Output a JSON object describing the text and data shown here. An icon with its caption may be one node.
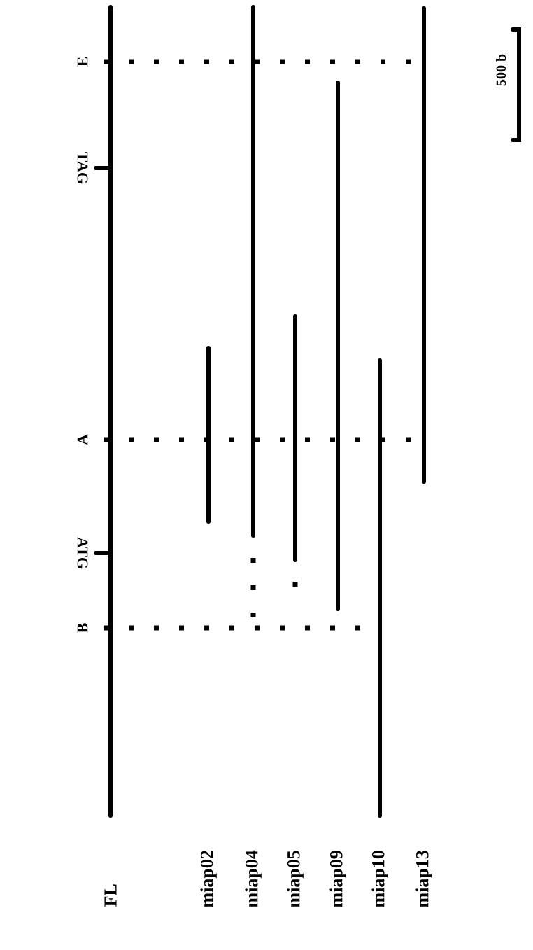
{
  "diagram": {
    "labels": [
      "E",
      "TAG",
      "A",
      "ATG",
      "B",
      "500 b",
      "FL",
      "miap02",
      "miap04",
      "miap05",
      "miap09",
      "miap10",
      "miap13"
    ]
  }
}
